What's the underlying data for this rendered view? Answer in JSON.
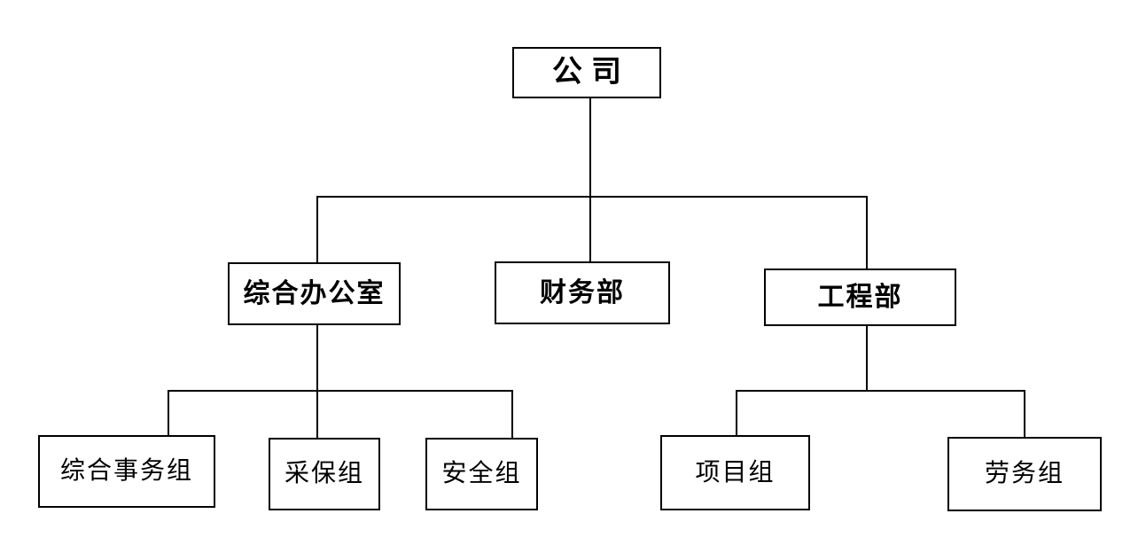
{
  "page": {
    "background_color": "#ffffff",
    "line_color": "#000000",
    "text_color": "#000000"
  },
  "org_chart": {
    "type": "org-tree",
    "root": {
      "label": "公司"
    },
    "departments": [
      {
        "label": "综合办公室",
        "groups": [
          {
            "label": "综合事务组"
          },
          {
            "label": "采保组"
          },
          {
            "label": "安全组"
          }
        ]
      },
      {
        "label": "财务部",
        "groups": []
      },
      {
        "label": "工程部",
        "groups": [
          {
            "label": "项目组"
          },
          {
            "label": "劳务组"
          }
        ]
      }
    ]
  }
}
